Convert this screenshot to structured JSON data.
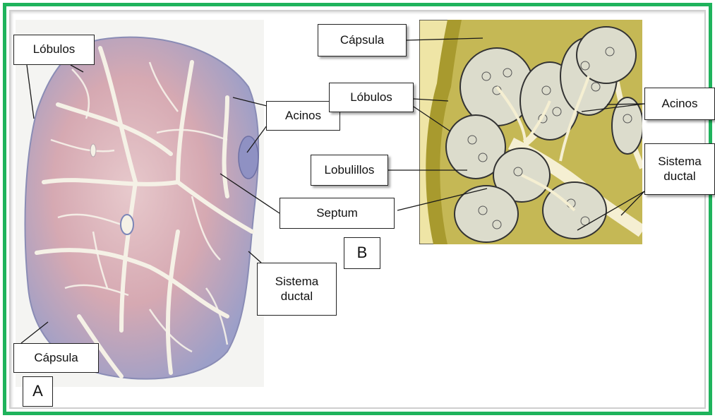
{
  "panel_a": {
    "labels": {
      "lobulos": "Lóbulos",
      "acinos": "Acinos",
      "septum": "Septum",
      "sistema_ductal": "Sistema\nductal",
      "capsula": "Cápsula",
      "panel_letter": "A"
    }
  },
  "panel_b": {
    "labels": {
      "capsula": "Cápsula",
      "lobulos": "Lóbulos",
      "lobulillos": "Lobulillos",
      "acinos": "Acinos",
      "sistema_ductal": "Sistema\nductal",
      "panel_letter": "B"
    }
  },
  "colors": {
    "frame_green": "#1fb35c",
    "histology_pink": "#d6a3aa",
    "histology_blue": "#8c8fbf",
    "capsule_yellow": "#b8a93e",
    "lobule_gray": "#dcdccc"
  }
}
